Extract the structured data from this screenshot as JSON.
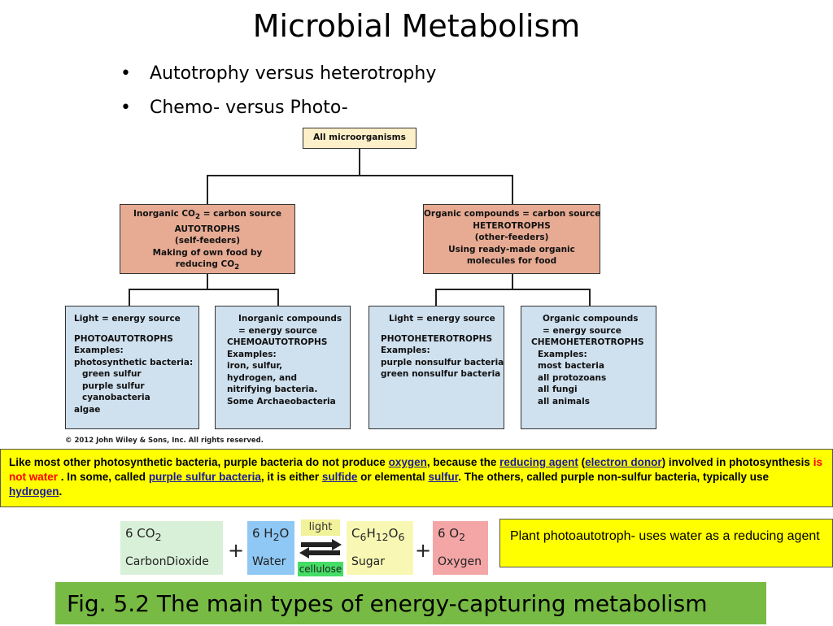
{
  "title": "Microbial Metabolism",
  "bullets": [
    "Autotrophy versus heterotrophy",
    "Chemo- versus Photo-"
  ],
  "bullet_char": "•",
  "tree": {
    "root": "All microorganisms",
    "autotrophs": {
      "line1_pre": "Inorganic CO",
      "line1_sub": "2",
      "line1_post": " = carbon source",
      "name": "AUTOTROPHS",
      "alias": "(self-feeders)",
      "desc1": "Making of own food by",
      "desc2_pre": "reducing CO",
      "desc2_sub": "2"
    },
    "heterotrophs": {
      "line1": "Organic compounds = carbon source",
      "name": "HETEROTROPHS",
      "alias": "(other-feeders)",
      "desc1": "Using ready-made organic",
      "desc2": "molecules for food"
    },
    "leaves": [
      {
        "source": [
          "Light = energy source"
        ],
        "name": "PHOTOAUTOTROPHS",
        "examples_label": "Examples:",
        "examples": [
          "photosynthetic bacteria:",
          "  green sulfur",
          "  purple sulfur",
          "  cyanobacteria",
          "algae"
        ]
      },
      {
        "source": [
          "Inorganic compounds",
          "  = energy source"
        ],
        "name": "CHEMOAUTOTROPHS",
        "examples_label": "Examples:",
        "examples": [
          "iron, sulfur,",
          "hydrogen, and",
          "nitrifying bacteria.",
          "Some Archaeobacteria"
        ]
      },
      {
        "source": [
          "Light = energy source"
        ],
        "name": "PHOTOHETEROTROPHS",
        "examples_label": "Examples:",
        "examples": [
          "purple nonsulfur bacteria",
          "green nonsulfur bacteria"
        ]
      },
      {
        "source": [
          "Organic compounds",
          "  = energy source"
        ],
        "name": "CHEMOHETEROTROPHS",
        "examples_label": "Examples:",
        "examples": [
          "most bacteria",
          "all protozoans",
          "all fungi",
          "all animals"
        ]
      }
    ]
  },
  "copyright": "© 2012 John Wiley & Sons, Inc. All rights reserved.",
  "note": {
    "t1": "Like most other photosynthetic bacteria, purple bacteria do not produce ",
    "l1": "oxygen",
    "t2": ", because the ",
    "l2": "reducing agent",
    "t3": " (",
    "l3": "electron donor",
    "t4": ") involved in photosynthesis ",
    "red": "is not water",
    "t5": " . In some, called ",
    "l4": "purple sulfur bacteria",
    "t6": ", it is either ",
    "l5": "sulfide",
    "t7": " or elemental ",
    "l6": "sulfur",
    "t8": ". The others, called purple non-sulfur bacteria, typically use ",
    "l7": "hydrogen",
    "t9": "."
  },
  "equation": {
    "co2_coef": "6 CO",
    "co2_sub": "2",
    "co2_label": "CarbonDioxide",
    "plus": "+",
    "h2o_coef": "6 H",
    "h2o_sub": "2",
    "h2o_post": "O",
    "h2o_label": "Water",
    "light": "light",
    "cellulose": "cellulose",
    "sugar_c": "C",
    "sugar_c_sub": "6",
    "sugar_h": "H",
    "sugar_h_sub": "12",
    "sugar_o": "O",
    "sugar_o_sub": "6",
    "sugar_label": "Sugar",
    "o2_coef": "6 O",
    "o2_sub": "2",
    "o2_label": "Oxygen"
  },
  "plant_note": "Plant photoautotroph- uses water as a reducing agent",
  "fig_caption": "Fig. 5.2 The main types of energy-capturing metabolism",
  "colors": {
    "root_box": "#fdf0c8",
    "mid_box": "#e7ab93",
    "leaf_box": "#cfe0ee",
    "highlight": "#ffff00",
    "caption_bg": "#77bb44",
    "link": "#1a1aa0",
    "warning_text": "#ff0000"
  }
}
